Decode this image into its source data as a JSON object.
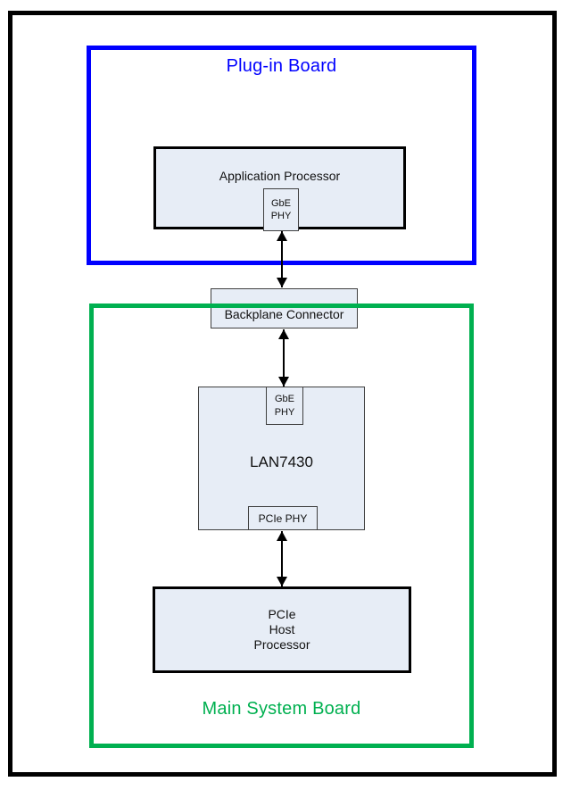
{
  "boards": {
    "plug_in": {
      "label": "Plug-in Board",
      "color": "#0000ff"
    },
    "main": {
      "label": "Main System Board",
      "color": "#00b050"
    }
  },
  "blocks": {
    "application_processor": {
      "label": "Application Processor"
    },
    "ap_gbe_phy": {
      "line1": "GbE",
      "line2": "PHY"
    },
    "backplane_connector": {
      "label": "Backplane Connector"
    },
    "lan7430": {
      "label": "LAN7430"
    },
    "lan_gbe_phy": {
      "line1": "GbE",
      "line2": "PHY"
    },
    "lan_pcie_phy": {
      "label": "PCIe PHY"
    },
    "pcie_host_processor": {
      "line1": "PCIe",
      "line2": "Host",
      "line3": "Processor"
    }
  },
  "connections": [
    {
      "from": "ap_gbe_phy",
      "to": "backplane_connector",
      "type": "bidirectional-arrow"
    },
    {
      "from": "backplane_connector",
      "to": "lan_gbe_phy",
      "type": "bidirectional-arrow"
    },
    {
      "from": "lan_pcie_phy",
      "to": "pcie_host_processor",
      "type": "bidirectional-arrow"
    }
  ],
  "colors": {
    "block_fill": "#e7edf6",
    "block_border_thin": "#3f3f3f",
    "block_border_thick": "#000000",
    "plug_in_board": "#0000ff",
    "main_system_board": "#00b050",
    "outer_frame": "#000000",
    "arrow": "#000000"
  }
}
